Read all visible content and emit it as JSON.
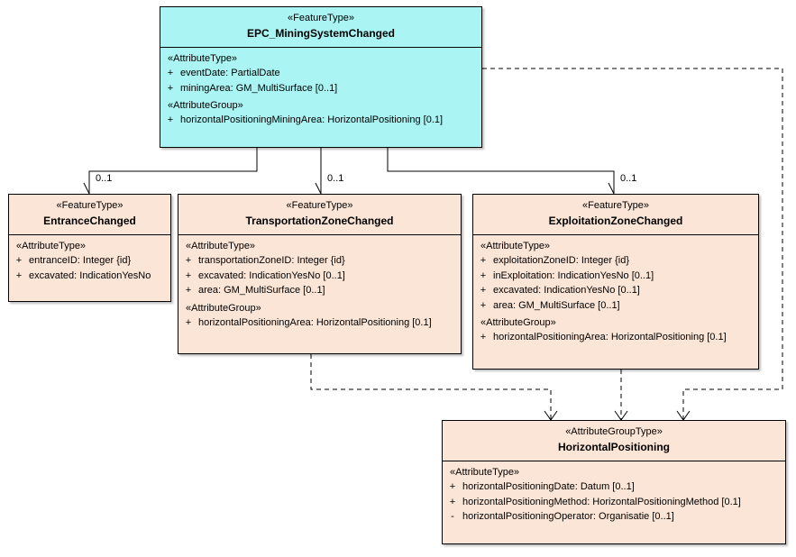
{
  "diagram": {
    "title": "EPC Mining System Changed UML class diagram",
    "colors": {
      "feature_fill": "#fbe5d6",
      "root_fill": "#aaf4f4",
      "line": "#000000"
    },
    "classes": [
      {
        "id": "root",
        "stereotype": "«FeatureType»",
        "name": "EPC_MiningSystemChanged",
        "sections": [
          {
            "label": "«AttributeType»",
            "attributes": [
              {
                "vis": "+",
                "text": "eventDate: PartialDate"
              },
              {
                "vis": "+",
                "text": "miningArea: GM_MultiSurface [0..1]"
              }
            ]
          },
          {
            "label": "«AttributeGroup»",
            "attributes": [
              {
                "vis": "+",
                "text": "horizontalPositioningMiningArea: HorizontalPositioning [0.1]"
              }
            ]
          }
        ]
      },
      {
        "id": "entrance",
        "stereotype": "«FeatureType»",
        "name": "EntranceChanged",
        "sections": [
          {
            "label": "«AttributeType»",
            "attributes": [
              {
                "vis": "+",
                "text": "entranceID: Integer {id}"
              },
              {
                "vis": "+",
                "text": "excavated: IndicationYesNo"
              }
            ]
          }
        ]
      },
      {
        "id": "transportation",
        "stereotype": "«FeatureType»",
        "name": "TransportationZoneChanged",
        "sections": [
          {
            "label": "«AttributeType»",
            "attributes": [
              {
                "vis": "+",
                "text": "transportationZoneID: Integer {id}"
              },
              {
                "vis": "+",
                "text": "excavated: IndicationYesNo [0..1]"
              },
              {
                "vis": "+",
                "text": "area: GM_MultiSurface [0..1]"
              }
            ]
          },
          {
            "label": "«AttributeGroup»",
            "attributes": [
              {
                "vis": "+",
                "text": "horizontalPositioningArea: HorizontalPositioning [0.1]"
              }
            ]
          }
        ]
      },
      {
        "id": "exploitation",
        "stereotype": "«FeatureType»",
        "name": "ExploitationZoneChanged",
        "sections": [
          {
            "label": "«AttributeType»",
            "attributes": [
              {
                "vis": "+",
                "text": "exploitationZoneID: Integer {id}"
              },
              {
                "vis": "+",
                "text": "inExploitation: IndicationYesNo [0..1]"
              },
              {
                "vis": "+",
                "text": "excavated: IndicationYesNo [0..1]"
              },
              {
                "vis": "+",
                "text": "area: GM_MultiSurface [0..1]"
              }
            ]
          },
          {
            "label": "«AttributeGroup»",
            "attributes": [
              {
                "vis": "+",
                "text": "horizontalPositioningArea: HorizontalPositioning [0.1]"
              }
            ]
          }
        ]
      },
      {
        "id": "horizontalpositioning",
        "stereotype": "«AttributeGroupType»",
        "name": "HorizontalPositioning",
        "sections": [
          {
            "label": "«AttributeType»",
            "attributes": [
              {
                "vis": "+",
                "text": "horizontalPositioningDate: Datum [0..1]"
              },
              {
                "vis": "+",
                "text": "horizontalPositioningMethod: HorizontalPositioningMethod [0.1]"
              },
              {
                "vis": "-",
                "text": "horizontalPositioningOperator: Organisatie [0..1]"
              }
            ]
          }
        ]
      }
    ],
    "multiplicities": [
      {
        "id": "mult-entrance",
        "text": "0..1"
      },
      {
        "id": "mult-transportation",
        "text": "0..1"
      },
      {
        "id": "mult-exploitation",
        "text": "0..1"
      }
    ]
  }
}
